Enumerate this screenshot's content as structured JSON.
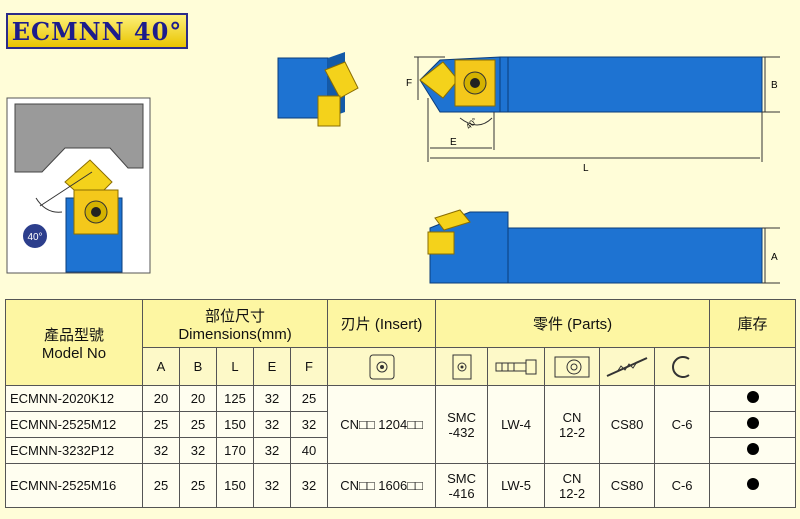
{
  "title": "ECMNN 40°",
  "diagram": {
    "angle_badge": "40°",
    "angle_label": "40°",
    "dim_labels": {
      "F": "F",
      "B": "B",
      "E": "E",
      "L": "L",
      "A": "A"
    }
  },
  "table": {
    "model_header": "產品型號",
    "model_header_en": "Model No",
    "dimensions_header": "部位尺寸",
    "dimensions_header_en": "Dimensions(mm)",
    "insert_header": "刃片 (Insert)",
    "parts_header": "零件 (Parts)",
    "stock_header": "庫存",
    "dim_cols": [
      "A",
      "B",
      "L",
      "E",
      "F"
    ],
    "rows": [
      {
        "model": "ECMNN-2020K12",
        "A": "20",
        "B": "20",
        "L": "125",
        "E": "32",
        "F": "25"
      },
      {
        "model": "ECMNN-2525M12",
        "A": "25",
        "B": "25",
        "L": "150",
        "E": "32",
        "F": "32"
      },
      {
        "model": "ECMNN-3232P12",
        "A": "32",
        "B": "32",
        "L": "170",
        "E": "32",
        "F": "40"
      },
      {
        "model": "ECMNN-2525M16",
        "A": "25",
        "B": "25",
        "L": "150",
        "E": "32",
        "F": "32"
      }
    ],
    "group1": {
      "insert": "CN□□ 1204□□",
      "smc": "SMC\n-432",
      "lw": "LW-4",
      "cn": "CN\n12-2",
      "cs": "CS80",
      "c": "C-6"
    },
    "group2": {
      "insert": "CN□□ 1606□□",
      "smc": "SMC\n-416",
      "lw": "LW-5",
      "cn": "CN\n12-2",
      "cs": "CS80",
      "c": "C-6"
    }
  }
}
